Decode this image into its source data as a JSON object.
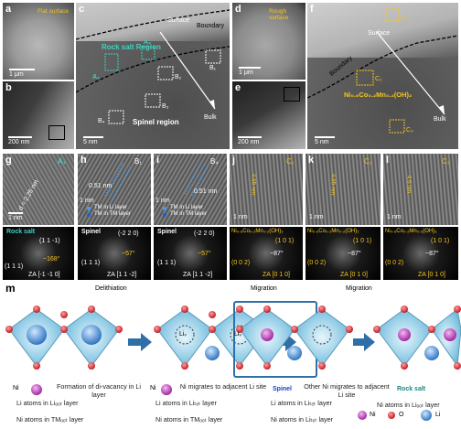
{
  "panels": {
    "a": {
      "label": "a",
      "note": "Flat surface",
      "scale": "1 μm"
    },
    "b": {
      "label": "b",
      "scale": "200 nm"
    },
    "c": {
      "label": "c",
      "region1": "Rock salt Region",
      "surface": "Surface",
      "boundary": "Boundary",
      "a1": "A₁",
      "a2": "A₂",
      "b1": "B₁",
      "b2": "B₂",
      "b3": "B₃",
      "b4": "B₄",
      "spinel": "Spinel region",
      "bulk": "Bulk",
      "scale": "5 nm"
    },
    "d": {
      "label": "d",
      "note": "Rough surface",
      "scale": "1 μm"
    },
    "e": {
      "label": "e",
      "scale": "200 nm"
    },
    "f": {
      "label": "f",
      "surface": "Surface",
      "boundary": "Boundary",
      "c1": "C₁",
      "c2": "C₂",
      "c3": "C₃",
      "phase": "Ni₀.₆Co₀.₂Mn₀.₂(OH)₂",
      "bulk": "Bulk",
      "scale": "5 nm"
    },
    "g": {
      "label": "g",
      "tag": "A₁",
      "meas": "d = 2.26 nm",
      "scale": "1 nm"
    },
    "h": {
      "label": "h",
      "tag": "B₁",
      "meas": "0.51 nm",
      "leg1": "TM in Li layer",
      "leg2": "TM in TM layer",
      "scale": "1 nm"
    },
    "i": {
      "label": "i",
      "tag": "B₄",
      "meas": "0.51 nm",
      "leg1": "TM in Li layer",
      "leg2": "TM in TM layer",
      "scale": "1 nm"
    },
    "j": {
      "label": "j",
      "tag": "C₁",
      "meas": "4.65 nm",
      "scale": "1 nm"
    },
    "k": {
      "label": "k",
      "tag": "C₂",
      "meas": "4.65 nm",
      "scale": "1 nm"
    },
    "l": {
      "label": "l",
      "tag": "C₃",
      "meas": "4.6 nm",
      "scale": "1 nm"
    }
  },
  "fft": {
    "g": {
      "title": "Rock salt",
      "s1": "(1 1 -1)",
      "s2": "(1 1 1)",
      "angle": "~168°",
      "za": "ZA [-1 -1 0]"
    },
    "h": {
      "title": "Spinel",
      "s1": "(-2 2 0)",
      "s2": "(1 1 1)",
      "angle": "~57°",
      "za": "ZA [1 1 -2]"
    },
    "i": {
      "title": "Spinel",
      "s1": "(-2 2 0)",
      "s2": "(1 1 1)",
      "angle": "~57°",
      "za": "ZA [1 1 -2]"
    },
    "j": {
      "title": "Ni₀.₆Co₀.₂Mn₀.₂(OH)₂",
      "s1": "(1 0 1)",
      "s2": "(0 0 2)",
      "angle": "~87°",
      "za": "ZA [0 1 0]"
    },
    "k": {
      "title": "Ni₀.₆Co₀.₂Mn₀.₂(OH)₂",
      "s1": "(1 0 1)",
      "s2": "(0 0 2)",
      "angle": "~87°",
      "za": "ZA [0 1 0]"
    },
    "l": {
      "title": "Ni₀.₆Co₀.₂Mn₀.₂(OH)₂",
      "s1": "(1 0 1)",
      "s2": "(0 0 2)",
      "angle": "~87°",
      "za": "ZA [0 1 0]"
    }
  },
  "schematic": {
    "label": "m",
    "step1": "Delithiation",
    "step2": "Migration",
    "step3": "Migration",
    "vac1": "Liᵥ",
    "vac2": "Liᵥ",
    "ni1": "Ni",
    "ni2": "Ni",
    "cap1": "Formation of di-vacancy in Li layer",
    "cap2": "Ni migrates to adjacent Li site",
    "spinel": "Spinel",
    "cap3": "Other Ni migrates to adjacent Li site",
    "rocksalt": "Rock salt",
    "leg_li_oct": "Li atoms in Liₒₒₜ layer",
    "leg_ni_tm": "Ni atoms in TMₒₒₜ layer",
    "leg_li_tet": "Li atoms in Liₜₑₜ layer",
    "leg_ni_tm2": "Ni atoms in TMₒₒₜ layer",
    "leg_li_tet2": "Li atoms in Liₜₑₜ layer",
    "leg_ni_li": "Ni atoms in Liₜₑₜ layer",
    "leg_ni_li_oct": "Ni atoms in Liₒₒₜ layer",
    "key_ni": "Ni",
    "key_o": "O",
    "key_li": "Li"
  },
  "colors": {
    "yellow": "#f5c51d",
    "cyan": "#3fd1c0",
    "ni": "#c03fbf",
    "o": "#d8232a",
    "li": "#2f74c0",
    "oct": "#7ec6e6"
  }
}
